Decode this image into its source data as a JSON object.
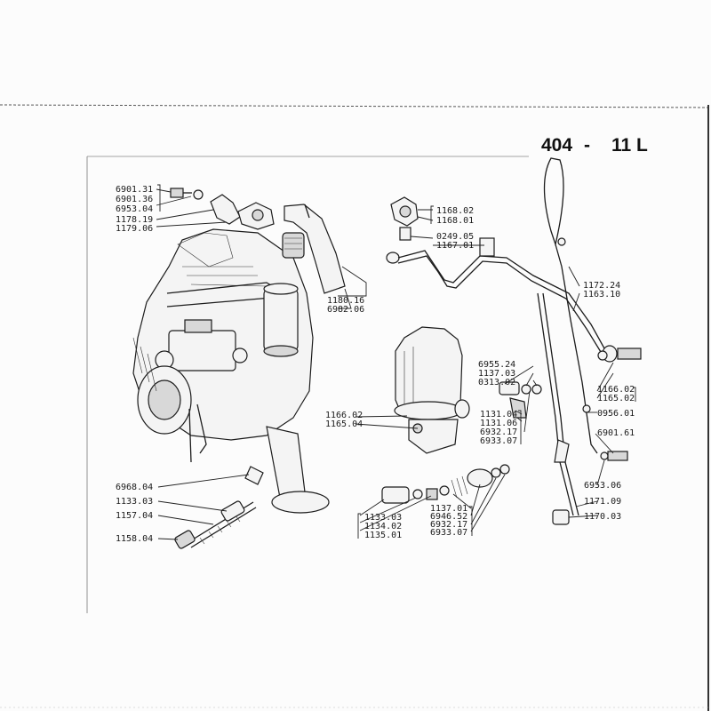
{
  "header": {
    "model": "404",
    "separator": "-",
    "section": "11 L"
  },
  "parts": {
    "p6901_31": "6901.31",
    "p6901_36": "6901.36",
    "p6953_04": "6953.04",
    "p1178_19": "1178.19",
    "p1179_06": "1179.06",
    "p1180_16": "1180.16",
    "p6982_06": "6982.06",
    "p1168_02": "1168.02",
    "p1168_01": "1168.01",
    "p0249_05": "0249.05",
    "p1167_01": "1167.01",
    "p1172_24": "1172.24",
    "p1163_10": "1163.10",
    "p6955_24": "6955.24",
    "p1137_03": "1137.03",
    "p0313_02": "0313.02",
    "p1166_02a": "1166.02",
    "p1165_04": "1165.04",
    "p1131_04": "1131.04",
    "p1131_06": "1131.06",
    "p6932_17a": "6932.17",
    "p6933_07a": "6933.07",
    "p1166_02b": "1166.02",
    "p1165_02": "1165.02",
    "p0956_01": "0956.01",
    "p6901_61": "6901.61",
    "p6953_06": "6953.06",
    "p6968_04": "6968.04",
    "p1133_03a": "1133.03",
    "p1157_04": "1157.04",
    "p1158_04": "1158.04",
    "p1133_03b": "1133.03",
    "p1134_02": "1134.02",
    "p1135_01": "1135.01",
    "p1137_01": "1137.01",
    "p6946_52": "6946.52",
    "p6932_17b": "6932.17",
    "p6933_07b": "6933.07",
    "p1171_09": "1171.09",
    "p1170_03": "1170.03"
  }
}
